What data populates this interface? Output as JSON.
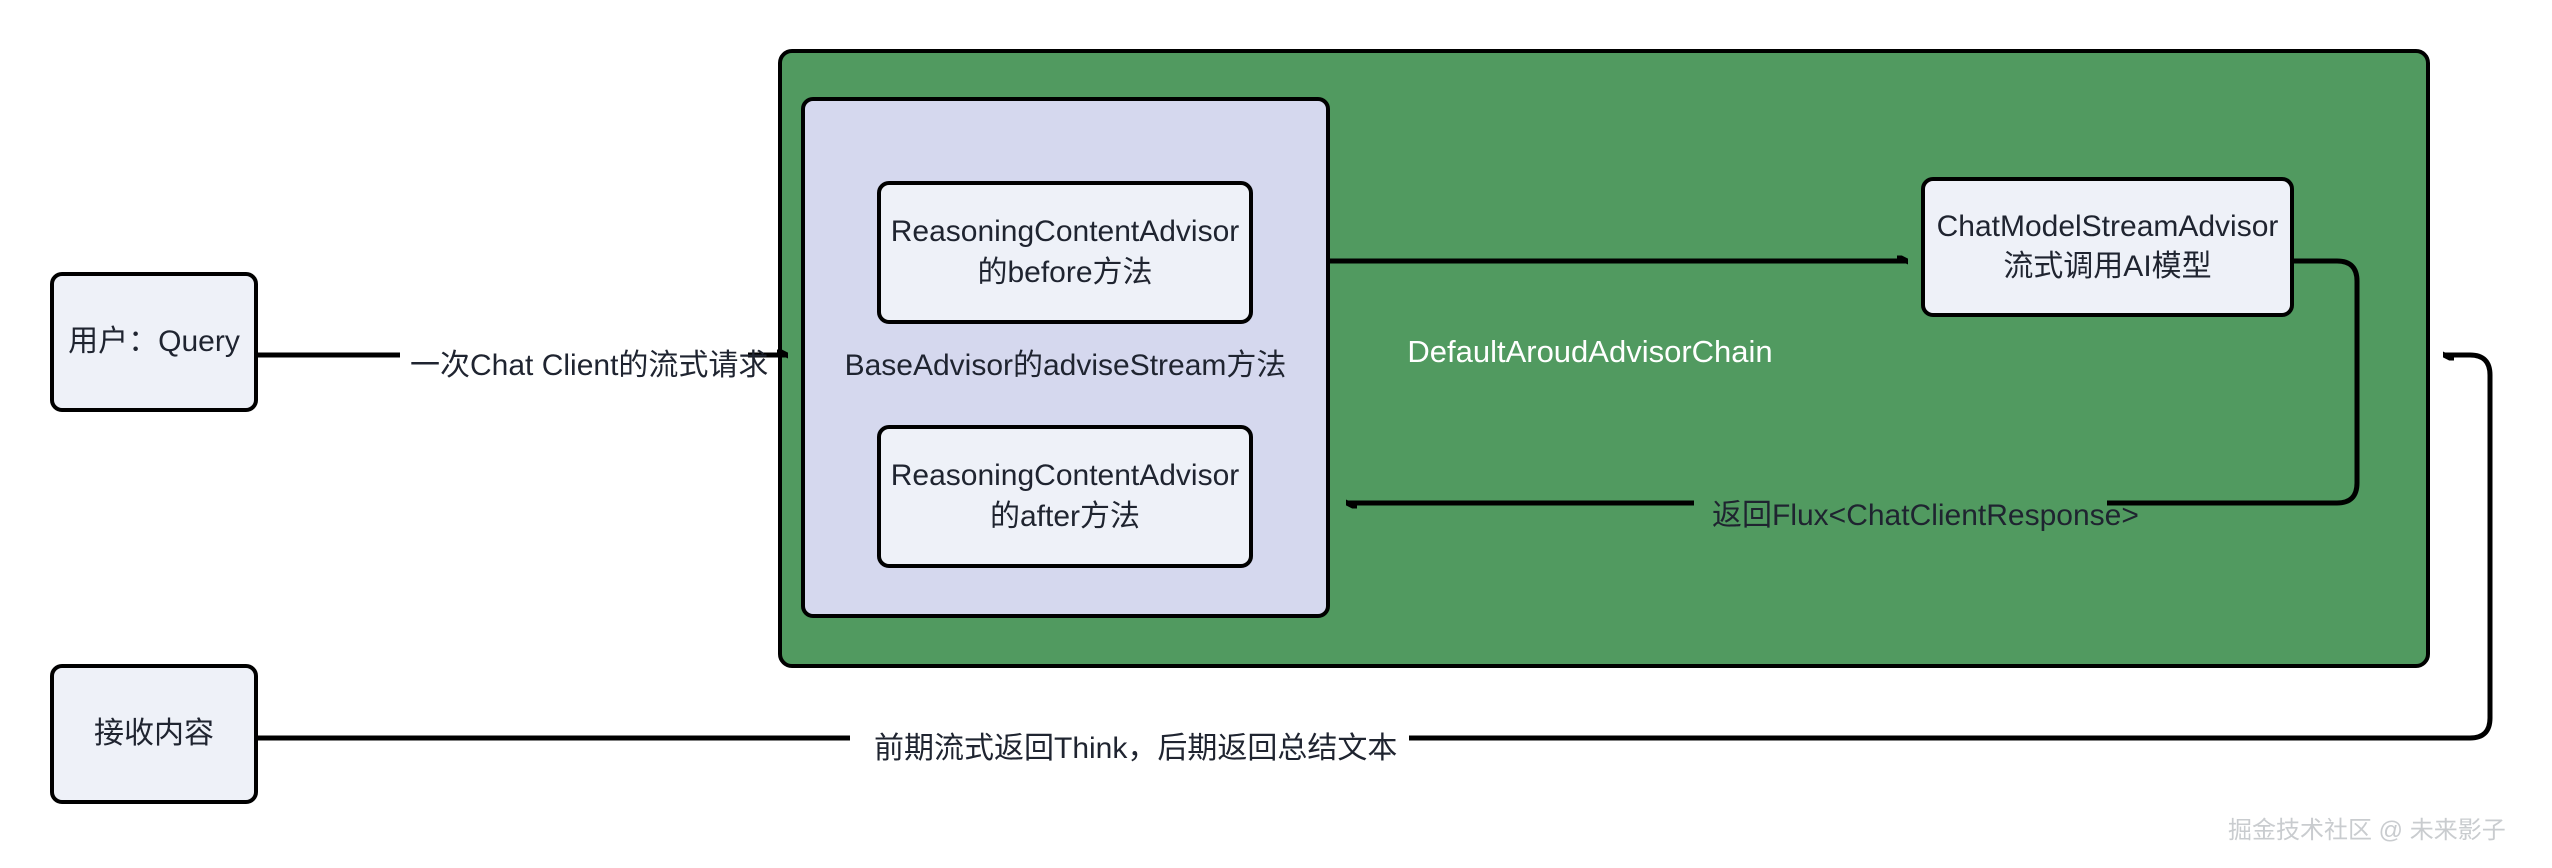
{
  "diagram": {
    "title": "Spring AI ChatClient Streaming Advisor Chain",
    "colors": {
      "chain_fill": "#519a60",
      "advisor_fill": "#d5d8ee",
      "node_fill": "#eef1f8",
      "stroke": "#000000",
      "chain_label_text": "#ffffff",
      "node_text": "#1f2430",
      "watermark_text": "#c9cccf",
      "background": "#ffffff"
    },
    "nodes": {
      "user": {
        "label": "用户：Query"
      },
      "receive": {
        "label": "接收内容"
      },
      "chain": {
        "label": "DefaultAroudAdvisorChain"
      },
      "advisor_group": {
        "label": "BaseAdvisor的adviseStream方法"
      },
      "before": {
        "label": "ReasoningContentAdvisor\n的before方法"
      },
      "after": {
        "label": "ReasoningContentAdvisor\n的after方法"
      },
      "model": {
        "label": "ChatModelStreamAdvisor\n流式调用AI模型"
      }
    },
    "edges": {
      "user_to_chain": {
        "label": "一次Chat Client的流式请求"
      },
      "model_to_after": {
        "label": "返回Flux<ChatClientResponse>"
      },
      "chain_to_receive": {
        "label": "前期流式返回Think，后期返回总结文本"
      },
      "before_to_model": {
        "label": ""
      }
    },
    "watermark": {
      "text": "掘金技术社区 @ 未来影子"
    }
  }
}
